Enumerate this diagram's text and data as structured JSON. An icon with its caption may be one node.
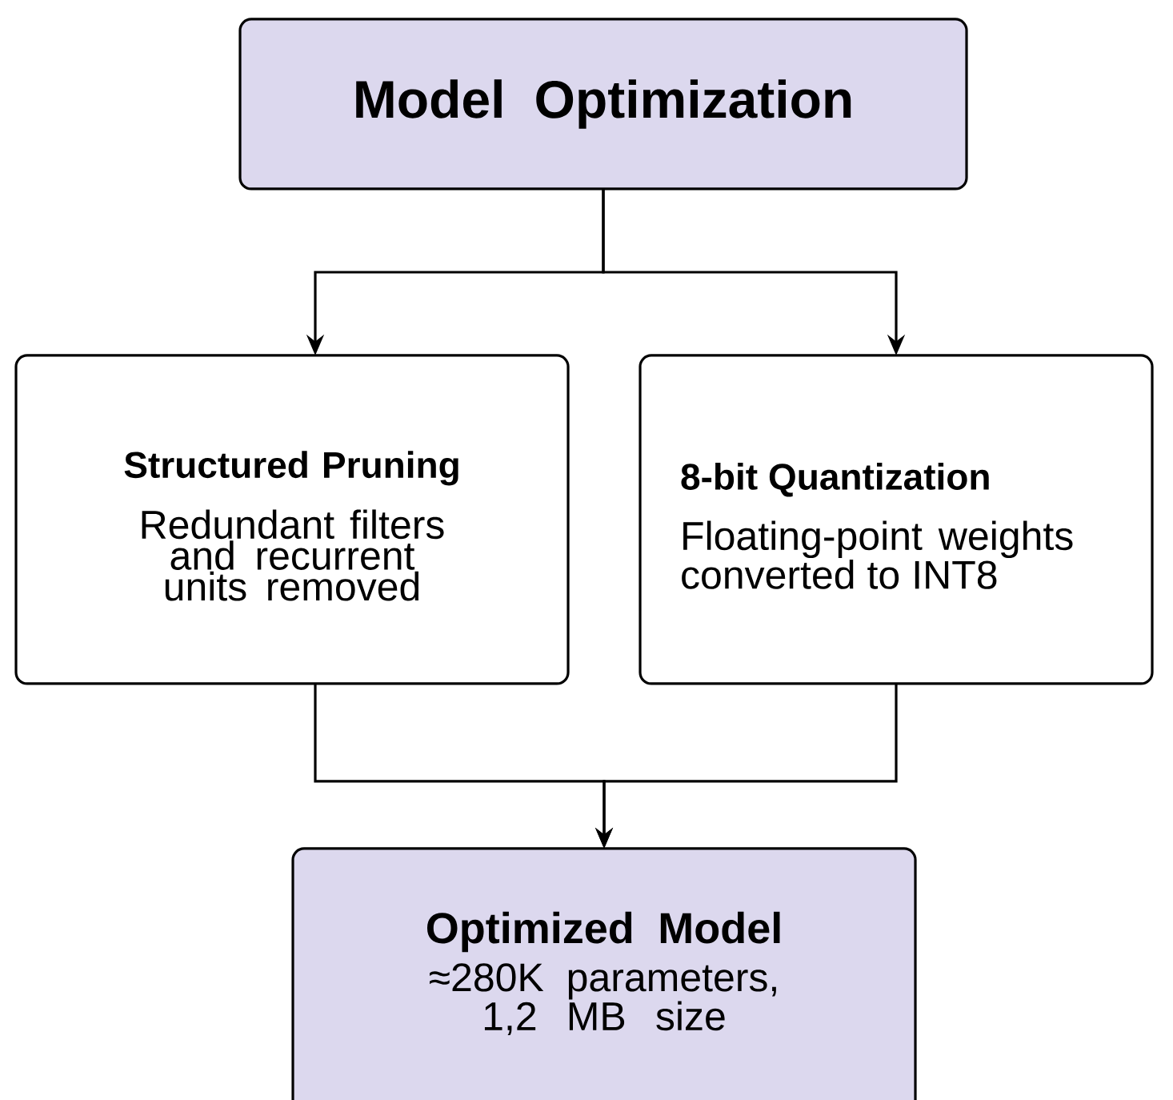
{
  "diagram": {
    "nodes": [
      {
        "text": [
          "Model Optimization"
        ]
      },
      {
        "text": [
          "Structured Pruning",
          "Redundant filters and recurrent units removed"
        ]
      },
      {
        "text": [
          "8-bit Quantization",
          "Floating-point weights converted to INT8"
        ]
      },
      {
        "text": [
          "Optimized Model",
          "≈280K parameters, 1,2 MB size"
        ]
      }
    ],
    "edges": [
      {
        "from": 0,
        "to": 1,
        "arrow": "to"
      },
      {
        "from": 0,
        "to": 2,
        "arrow": "to"
      },
      {
        "from": 1,
        "to": 3,
        "arrow": "to"
      },
      {
        "from": 2,
        "to": 3,
        "arrow": "to"
      }
    ]
  }
}
